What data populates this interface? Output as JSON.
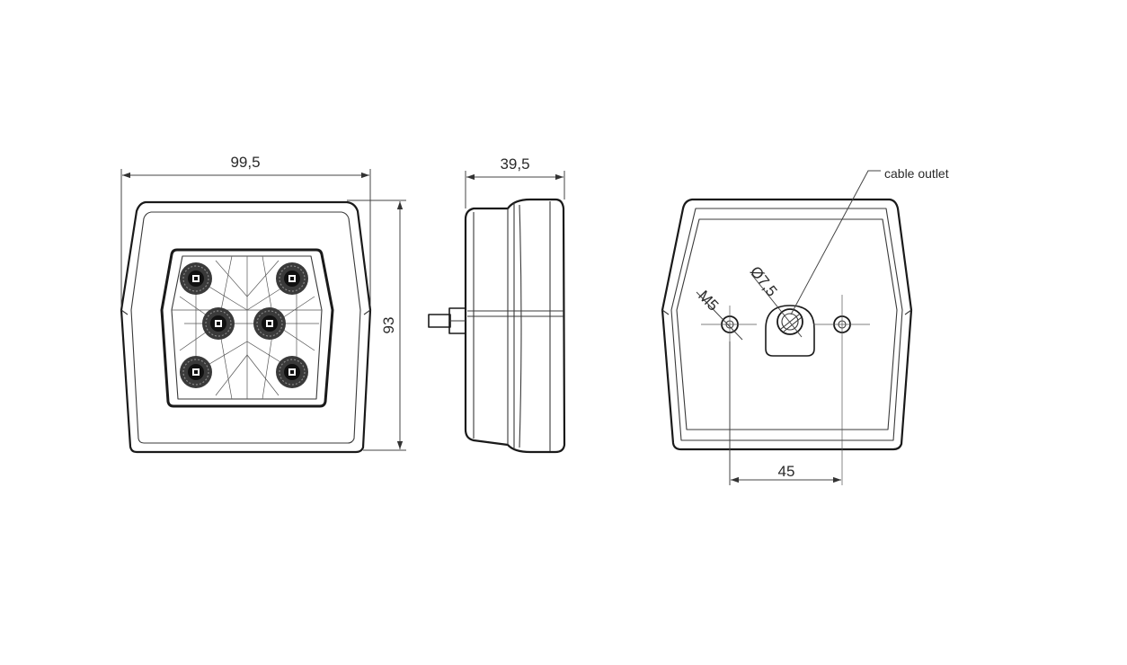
{
  "drawing": {
    "front_view": {
      "width_label": "99,5",
      "height_label": "93"
    },
    "side_view": {
      "depth_label": "39,5"
    },
    "rear_view": {
      "cable_outlet_label": "cable outlet",
      "hole_diameter_label": "Ø7,5",
      "thread_label": "M5",
      "spacing_label": "45"
    }
  },
  "colors": {
    "line": "#1a1a1a",
    "background": "#ffffff"
  }
}
